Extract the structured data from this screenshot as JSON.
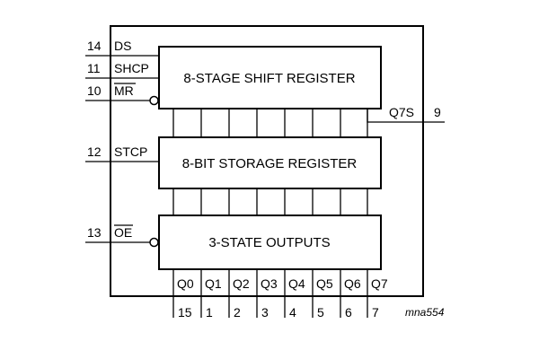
{
  "blocks": {
    "shift_register": "8-STAGE SHIFT REGISTER",
    "storage_register": "8-BIT STORAGE REGISTER",
    "outputs": "3-STATE OUTPUTS"
  },
  "inputs": [
    {
      "pin": "14",
      "name": "DS",
      "overbar": false
    },
    {
      "pin": "11",
      "name": "SHCP",
      "overbar": false
    },
    {
      "pin": "10",
      "name": "MR",
      "overbar": true
    },
    {
      "pin": "12",
      "name": "STCP",
      "overbar": false
    },
    {
      "pin": "13",
      "name": "OE",
      "overbar": true
    }
  ],
  "serial_output": {
    "name": "Q7S",
    "pin": "9"
  },
  "outputs": [
    {
      "name": "Q0",
      "pin": "15"
    },
    {
      "name": "Q1",
      "pin": "1"
    },
    {
      "name": "Q2",
      "pin": "2"
    },
    {
      "name": "Q3",
      "pin": "3"
    },
    {
      "name": "Q4",
      "pin": "4"
    },
    {
      "name": "Q5",
      "pin": "5"
    },
    {
      "name": "Q6",
      "pin": "6"
    },
    {
      "name": "Q7",
      "pin": "7"
    }
  ],
  "reference": "mna554"
}
